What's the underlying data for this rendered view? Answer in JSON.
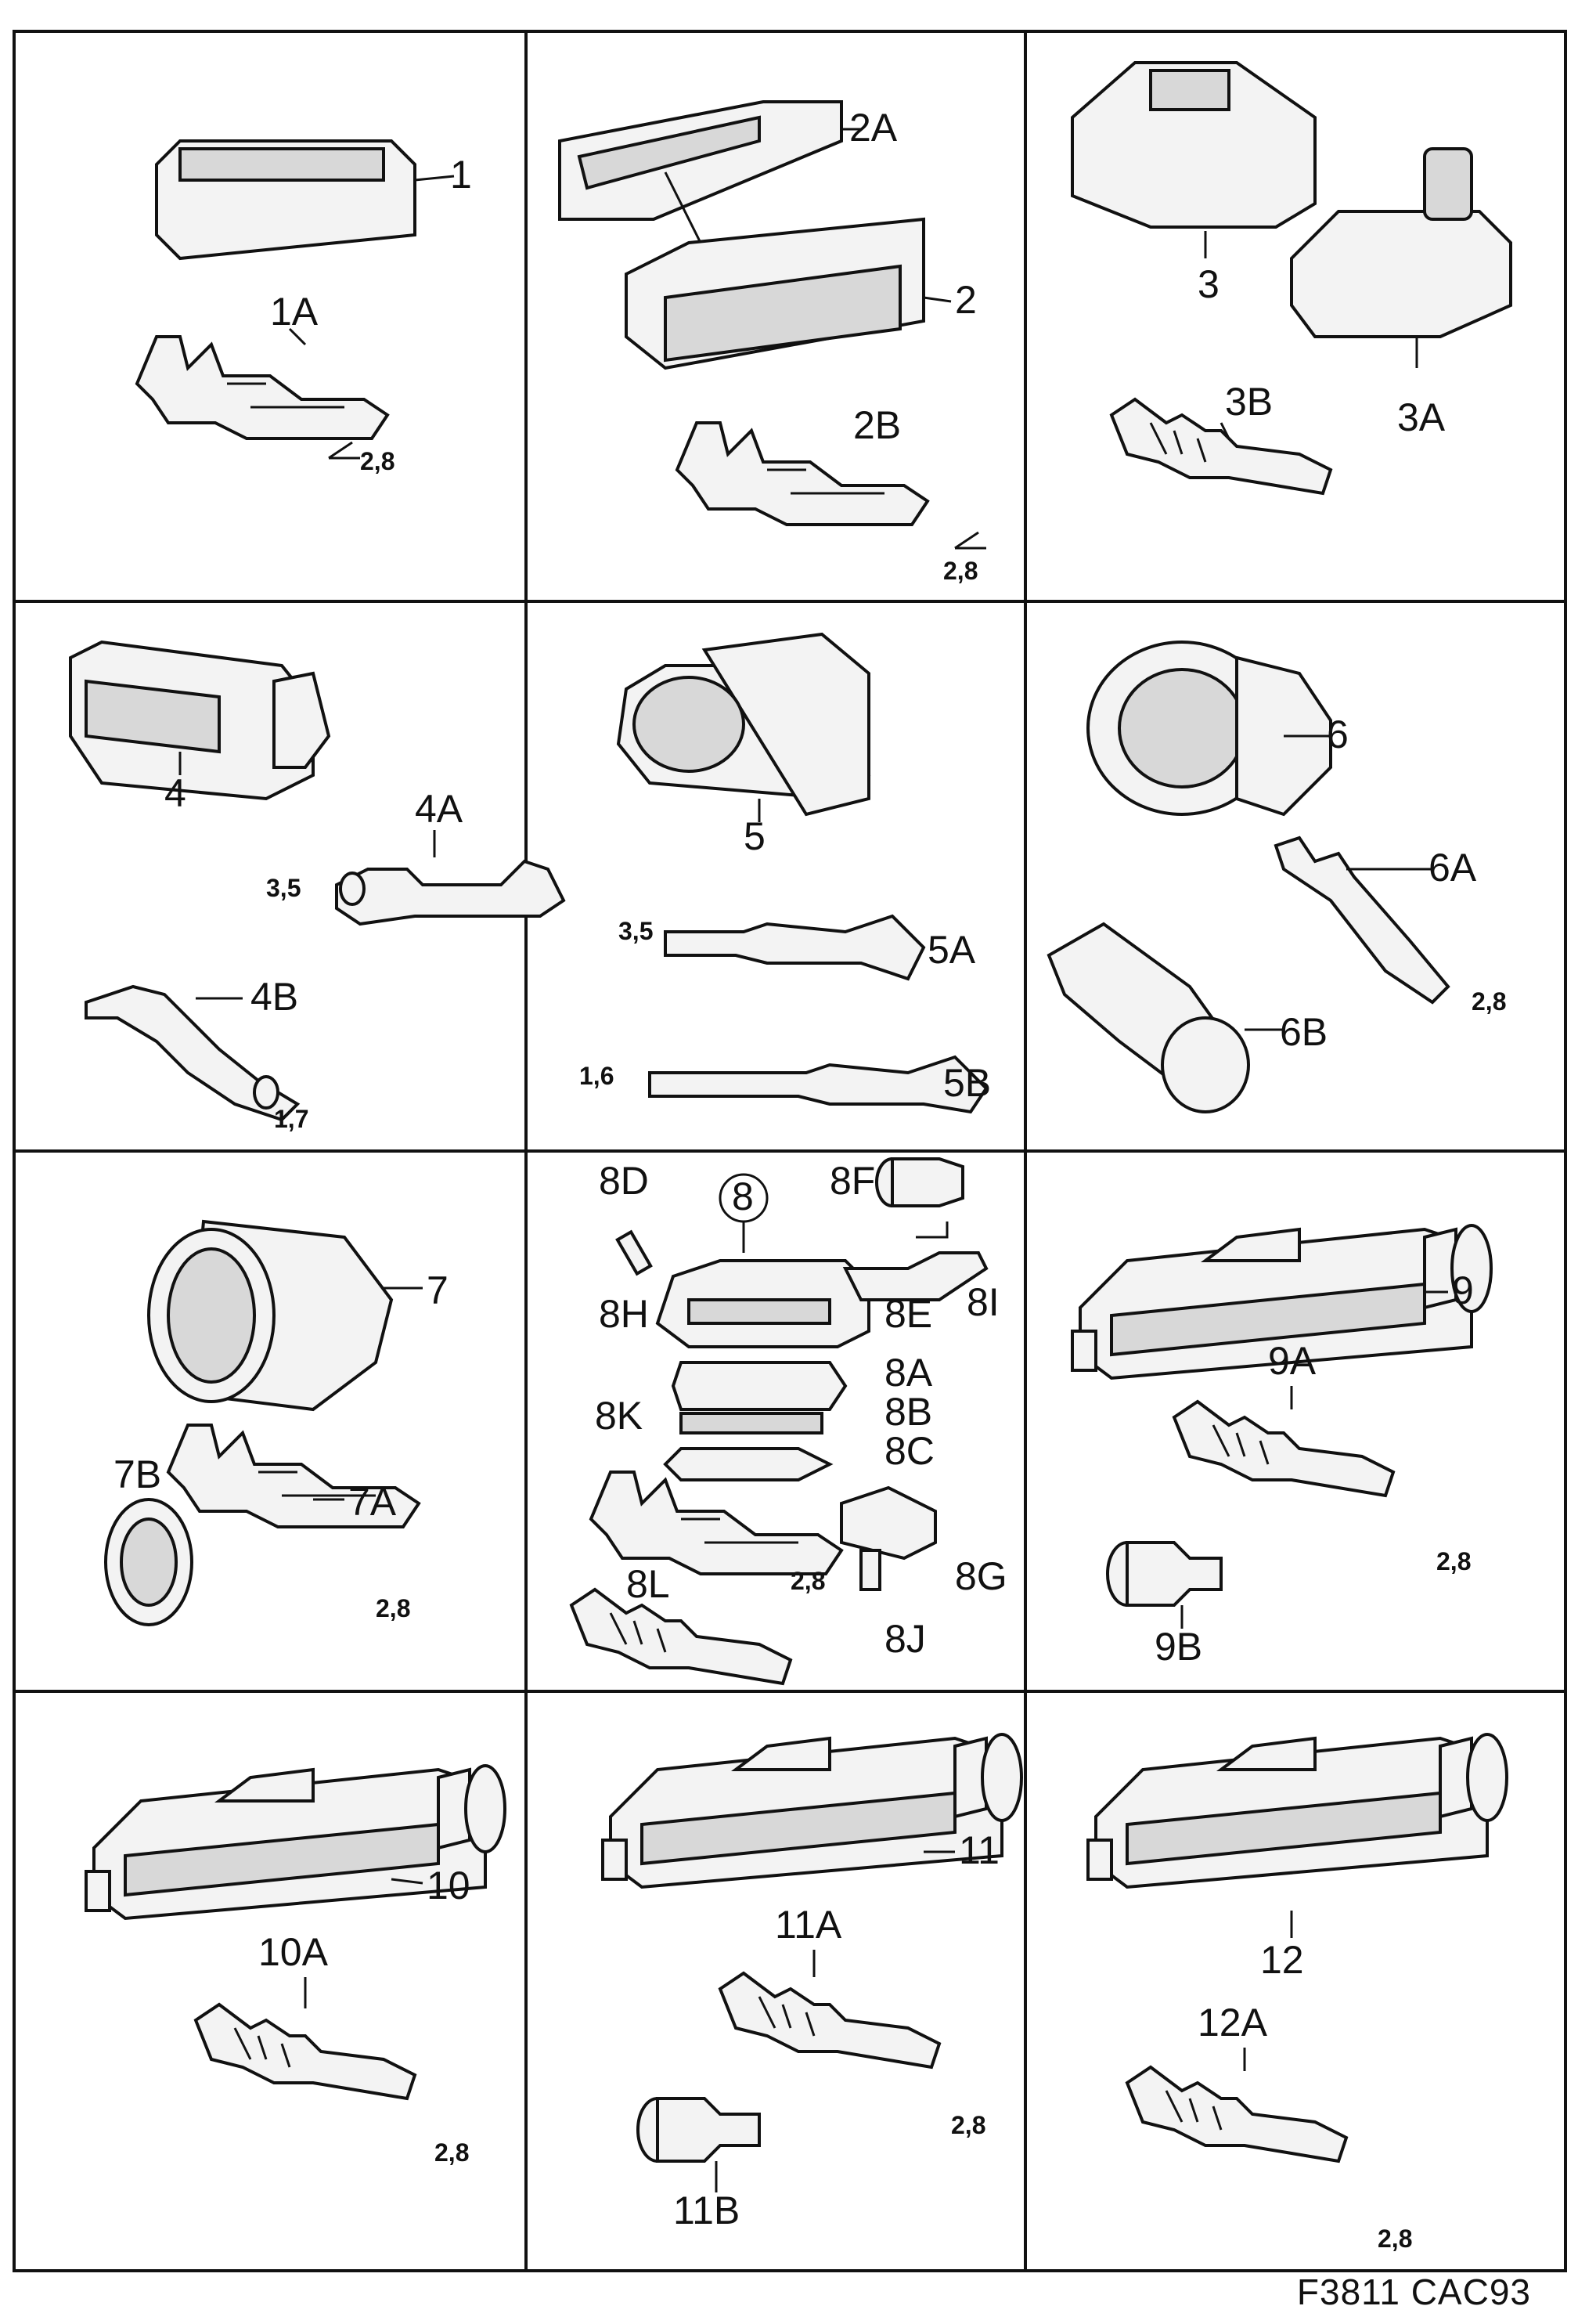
{
  "figure_id": "F3811 CAC93",
  "panels": [
    {
      "id": "panel-1",
      "labels": [
        "1",
        "1A",
        "2,8"
      ]
    },
    {
      "id": "panel-2",
      "labels": [
        "2A",
        "2",
        "2B",
        "2,8"
      ]
    },
    {
      "id": "panel-3",
      "labels": [
        "3",
        "3A",
        "3B"
      ]
    },
    {
      "id": "panel-4",
      "labels": [
        "4",
        "4A",
        "3,5",
        "4B",
        "1,7"
      ]
    },
    {
      "id": "panel-5",
      "labels": [
        "5",
        "3,5",
        "5A",
        "1,6",
        "5B"
      ]
    },
    {
      "id": "panel-6",
      "labels": [
        "6",
        "6A",
        "2,8",
        "6B"
      ]
    },
    {
      "id": "panel-7",
      "labels": [
        "7",
        "7B",
        "7A",
        "2,8"
      ]
    },
    {
      "id": "panel-8",
      "labels": [
        "8",
        "8D",
        "8F",
        "8H",
        "8E",
        "8I",
        "8A",
        "8B",
        "8C",
        "8K",
        "8G",
        "2,8",
        "8L",
        "8J"
      ]
    },
    {
      "id": "panel-9",
      "labels": [
        "9",
        "9A",
        "2,8",
        "9B"
      ]
    },
    {
      "id": "panel-10",
      "labels": [
        "10",
        "10A",
        "2,8"
      ]
    },
    {
      "id": "panel-11",
      "labels": [
        "11",
        "11A",
        "2,8",
        "11B"
      ]
    },
    {
      "id": "panel-12",
      "labels": [
        "12",
        "12A",
        "2,8"
      ]
    }
  ]
}
